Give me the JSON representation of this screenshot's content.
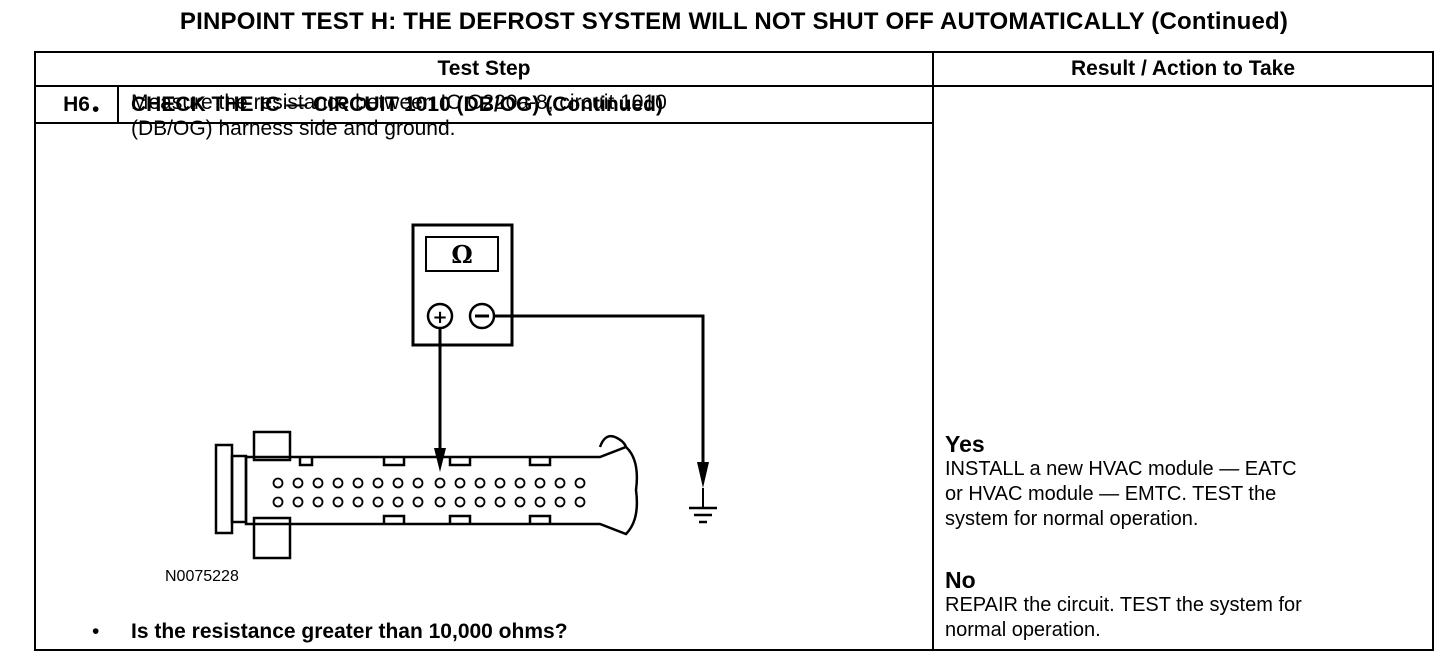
{
  "title": "PINPOINT TEST  H: THE DEFROST SYSTEM WILL NOT SHUT OFF AUTOMATICALLY (Continued)",
  "table": {
    "header_step": "Test Step",
    "header_result": "Result / Action to Take"
  },
  "step": {
    "id": "H6",
    "title": "CHECK THE IC — CIRCUIT 1010 (DB/OG) (Continued)",
    "bullet_1_line_1": "Measure the resistance between IC C220a-8, circuit 1010",
    "bullet_1_line_2": "(DB/OG) harness side and ground.",
    "figure_id": "N0075228",
    "question": "Is the resistance greater than 10,000 ohms?"
  },
  "meter": {
    "symbol": "Ω",
    "plus": "+",
    "minus": "−"
  },
  "results": {
    "yes_label": "Yes",
    "yes_line_1": "INSTALL a new HVAC module — EATC",
    "yes_line_2": "or HVAC module — EMTC. TEST the",
    "yes_line_3": "system for normal operation.",
    "no_label": "No",
    "no_line_1": "REPAIR the circuit. TEST the system for",
    "no_line_2": "normal operation."
  },
  "icons": [
    "ohmmeter-icon",
    "ground-symbol-icon",
    "connector-icon"
  ]
}
